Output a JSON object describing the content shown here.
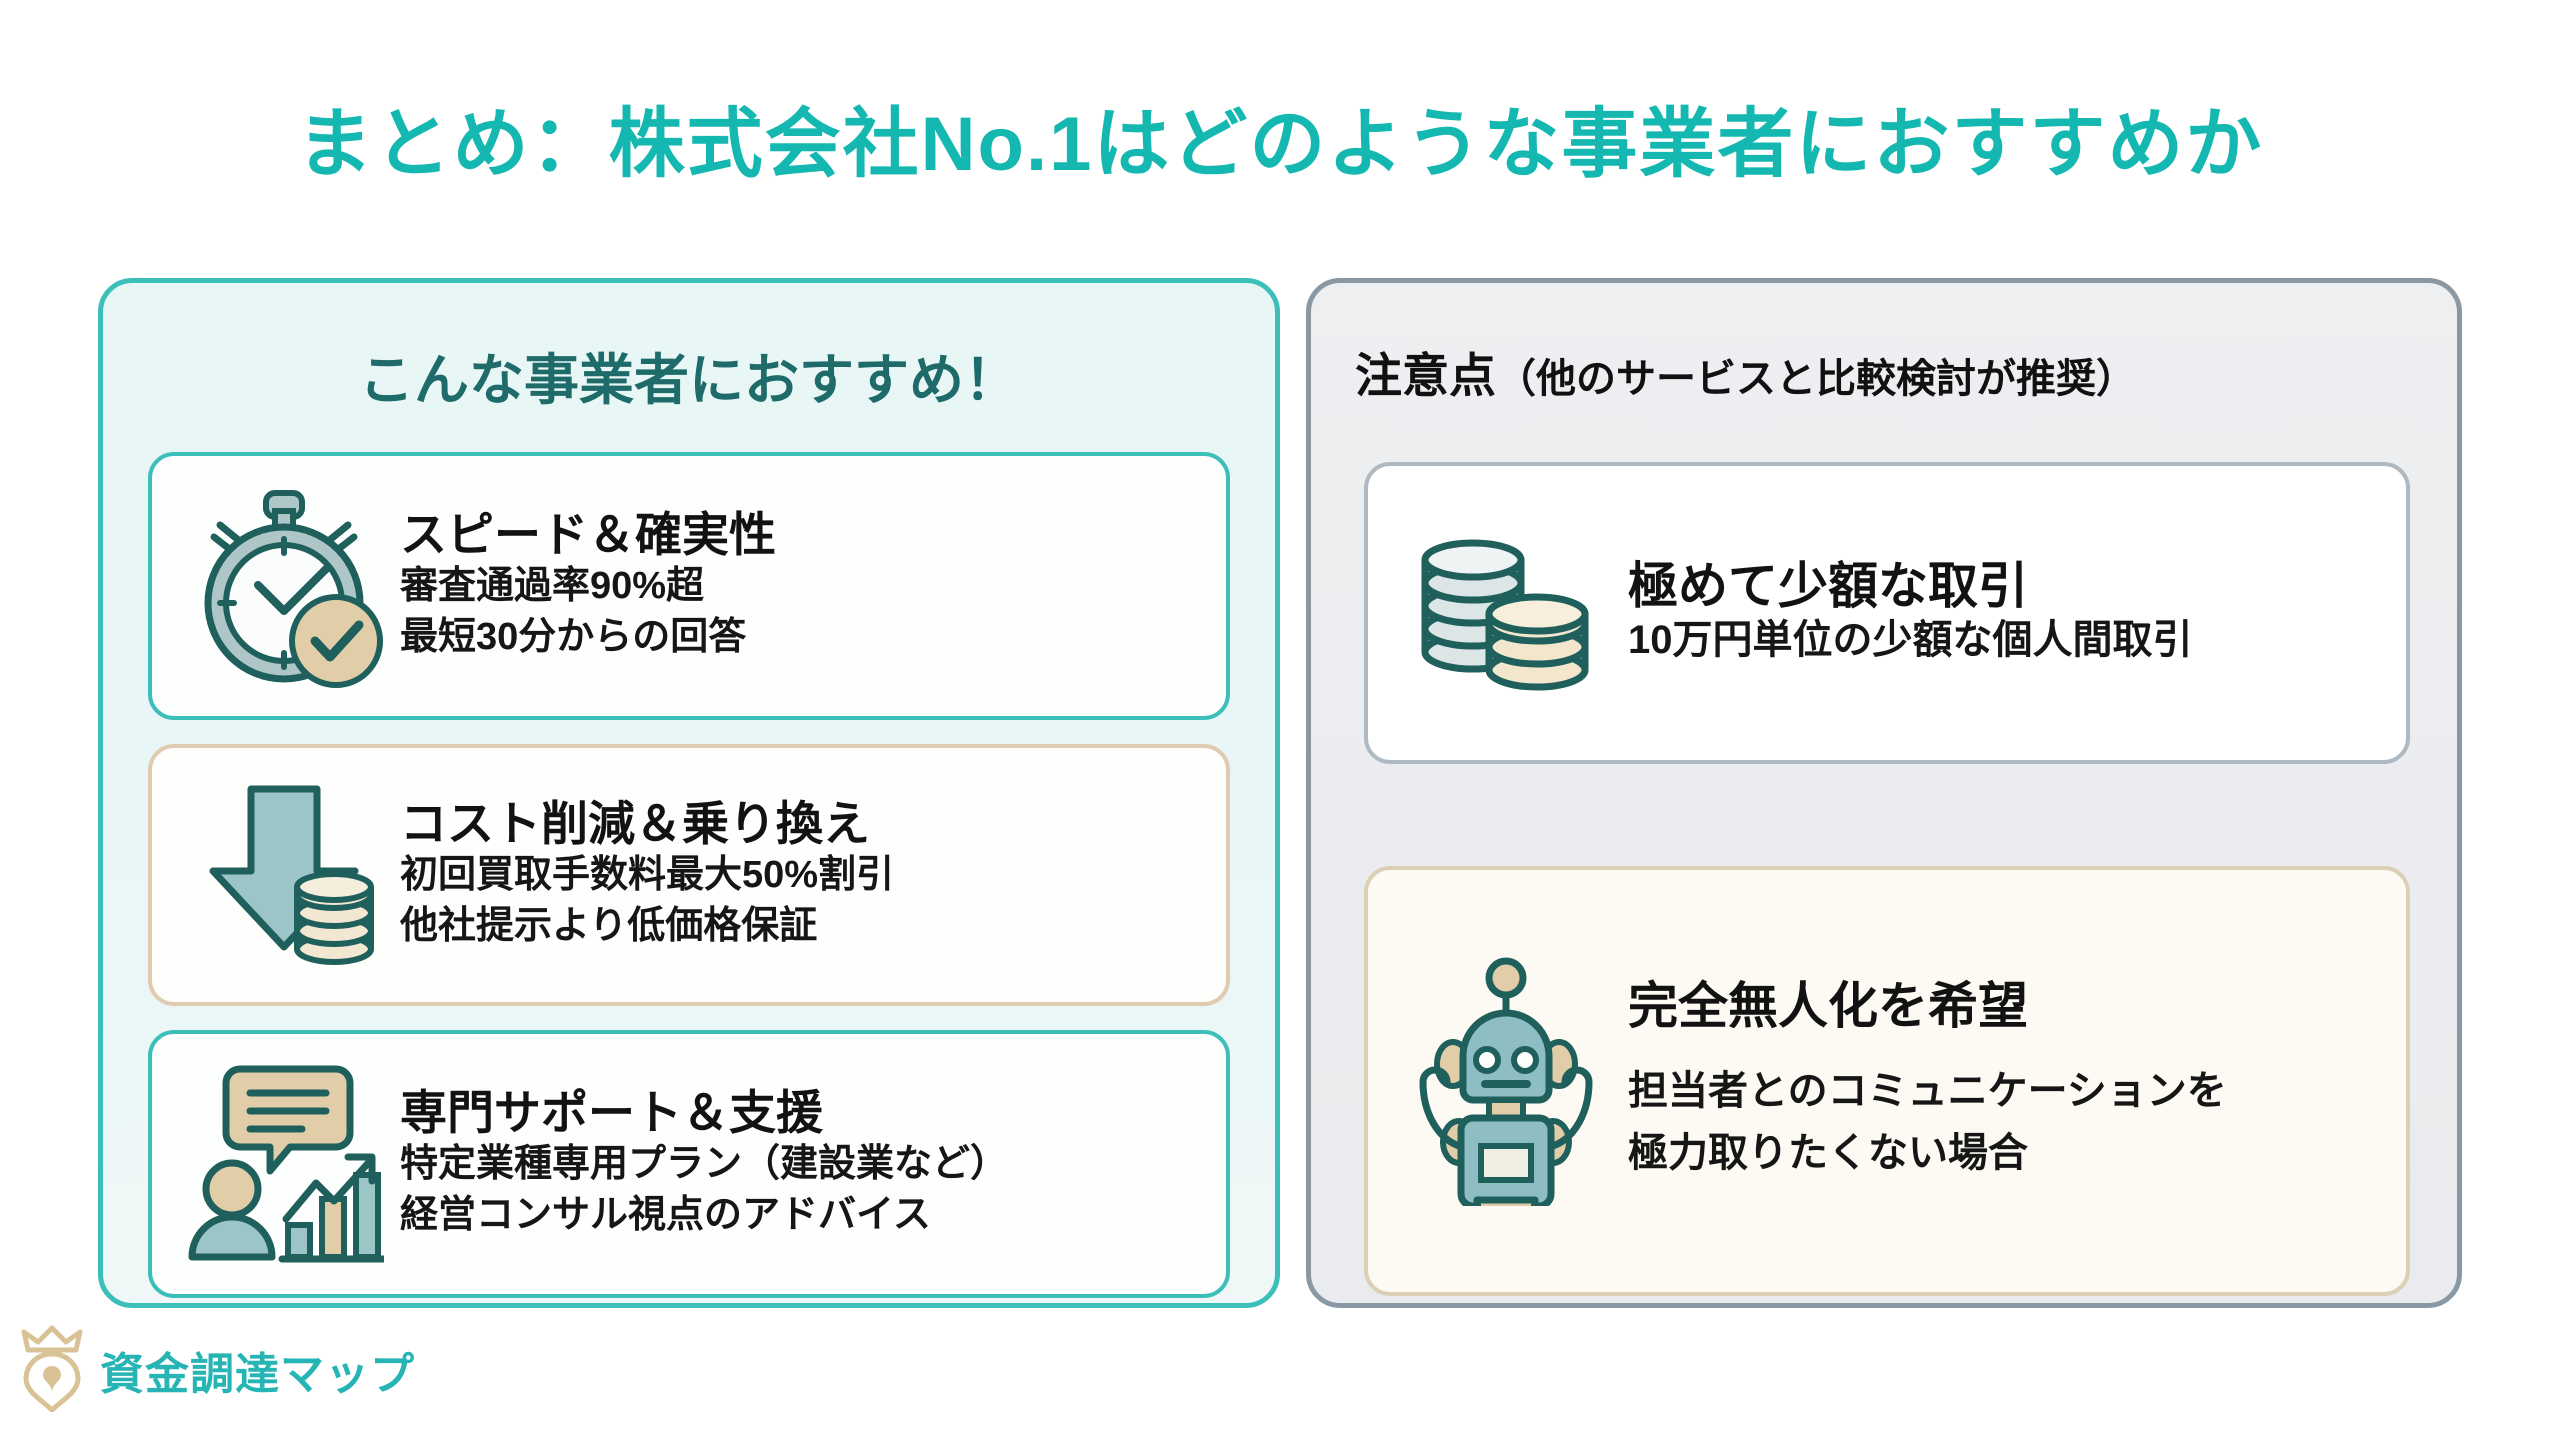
{
  "title": "まとめ：株式会社No.1はどのような事業者におすすめか",
  "colors": {
    "title_teal": "#14B8B0",
    "panel_left_border": "#3CBFB9",
    "panel_left_bg": "#E8F7F6",
    "panel_right_border": "#8A98A3",
    "panel_right_bg": "#EAECEF",
    "heading_left": "#1E6B6A",
    "heading_right": "#111111",
    "card_tan_border": "#DFCBAF",
    "card_cream_bg": "#FCFAF2",
    "icon_outline": "#1F5F5C",
    "icon_teal_fill": "#9CC5C8",
    "icon_tan_fill": "#E2CDA9",
    "logo_teal": "#26B4B4",
    "logo_gold": "#D9C296"
  },
  "left_panel": {
    "heading": "こんな事業者におすすめ！",
    "cards": [
      {
        "icon": "stopwatch-check-icon",
        "title": "スピード＆確実性",
        "lines": [
          "審査通過率90%超",
          "最短30分からの回答"
        ]
      },
      {
        "icon": "down-arrow-coins-icon",
        "title": "コスト削減＆乗り換え",
        "lines": [
          "初回買取手数料最大50%割引",
          "他社提示より低価格保証"
        ]
      },
      {
        "icon": "person-chart-support-icon",
        "title": "専門サポート＆支援",
        "lines": [
          "特定業種専用プラン（建設業など）",
          "経営コンサル視点のアドバイス"
        ]
      }
    ]
  },
  "right_panel": {
    "heading_main": "注意点",
    "heading_sub": "（他のサービスと比較検討が推奨）",
    "cards": [
      {
        "icon": "coin-stacks-icon",
        "title": "極めて少額な取引",
        "lines": [
          "10万円単位の少額な個人間取引"
        ]
      },
      {
        "icon": "robot-icon",
        "title": "完全無人化を希望",
        "lines": [
          "担当者とのコミュニケーションを",
          "極力取りたくない場合"
        ]
      }
    ]
  },
  "logo": {
    "icon": "crown-map-pin-icon",
    "text": "資金調達マップ"
  }
}
